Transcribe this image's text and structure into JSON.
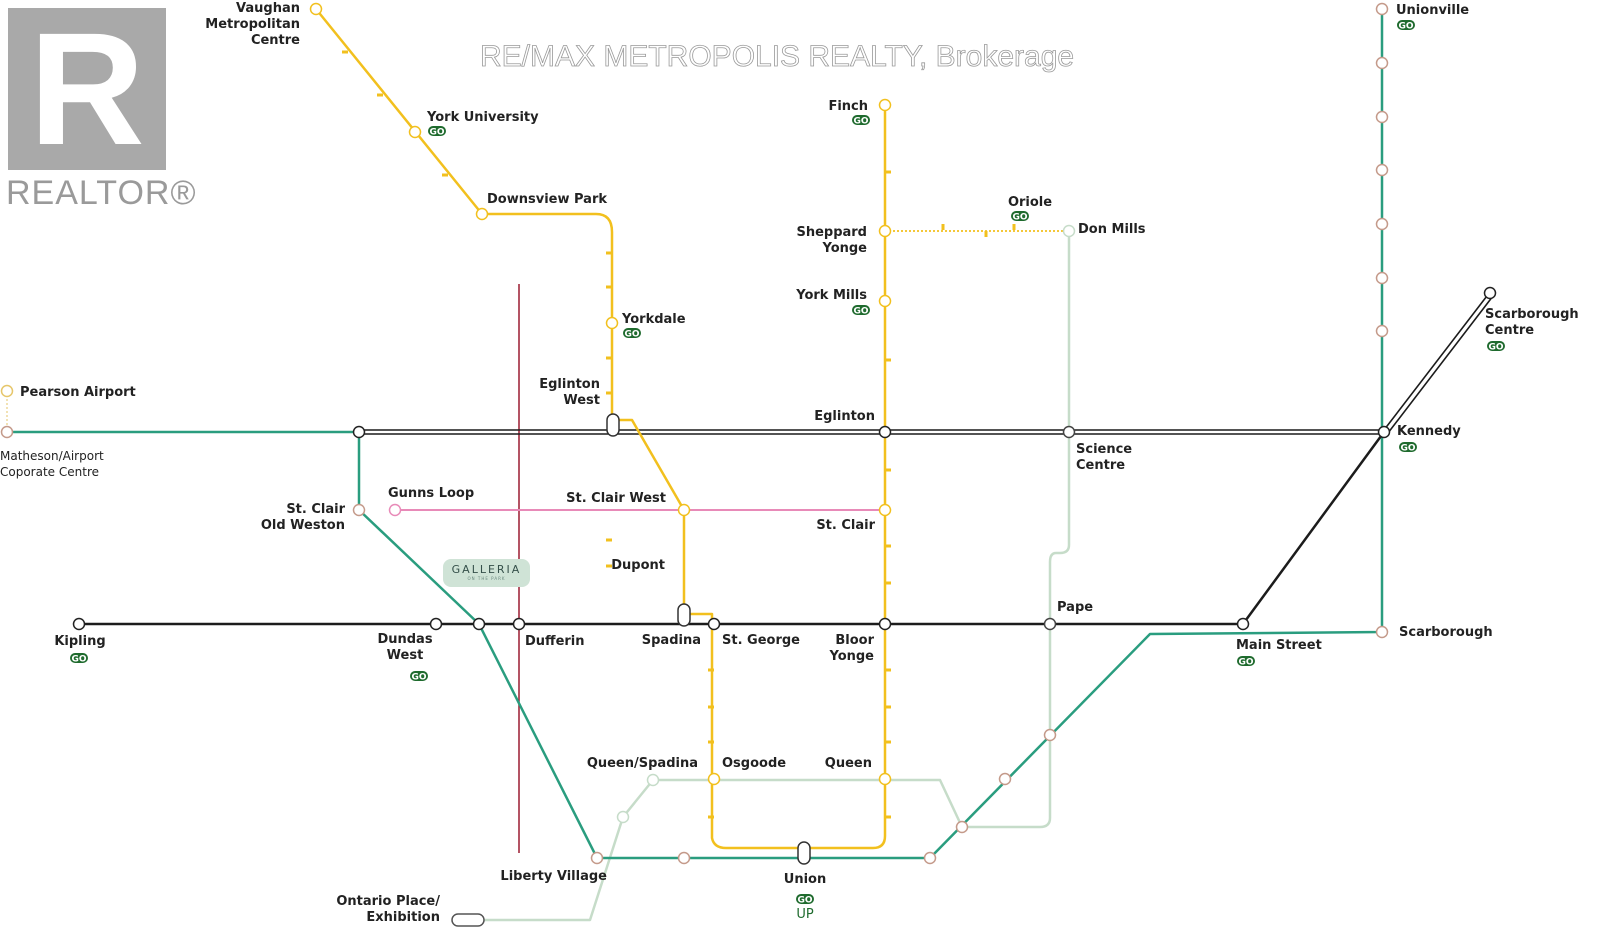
{
  "logo": {
    "brand": "REALTOR®"
  },
  "watermark": "RE/MAX METROPOLIS REALTY, Brokerage",
  "galleria": {
    "title": "GALLERIA",
    "subtitle": "ON THE PARK"
  },
  "colors": {
    "line1": "#f2c01e",
    "line2": "#1c1c1c",
    "green": "#2a9d7f",
    "pink": "#e88ab8",
    "ontario": "#c6dcc9",
    "red": "#9b1b30",
    "go": "#1f6b2e"
  },
  "go_badge": "GO",
  "up_label": "UP",
  "stations": [
    {
      "name": "Vaughan\nMetropolitan\nCentre",
      "go": false
    },
    {
      "name": "York University",
      "go": true
    },
    {
      "name": "Downsview Park",
      "go": false
    },
    {
      "name": "Yorkdale",
      "go": true
    },
    {
      "name": "Eglinton\nWest",
      "go": false
    },
    {
      "name": "St. Clair West",
      "go": false
    },
    {
      "name": "Dupont",
      "go": false
    },
    {
      "name": "Spadina",
      "go": false
    },
    {
      "name": "St. George",
      "go": false
    },
    {
      "name": "Osgoode",
      "go": false
    },
    {
      "name": "Union",
      "go": true
    },
    {
      "name": "Queen",
      "go": false
    },
    {
      "name": "Bloor\nYonge",
      "go": false
    },
    {
      "name": "St. Clair",
      "go": false
    },
    {
      "name": "Eglinton",
      "go": false
    },
    {
      "name": "York Mills",
      "go": true
    },
    {
      "name": "Sheppard\nYonge",
      "go": false
    },
    {
      "name": "Finch",
      "go": true
    },
    {
      "name": "Oriole",
      "go": true
    },
    {
      "name": "Don Mills",
      "go": false
    },
    {
      "name": "Science\nCentre",
      "go": false
    },
    {
      "name": "Kennedy",
      "go": true
    },
    {
      "name": "Scarborough\nCentre",
      "go": true
    },
    {
      "name": "Unionville",
      "go": true
    },
    {
      "name": "Scarborough",
      "go": false
    },
    {
      "name": "Main Street",
      "go": true
    },
    {
      "name": "Pape",
      "go": false
    },
    {
      "name": "Kipling",
      "go": true
    },
    {
      "name": "Dundas\nWest",
      "go": true
    },
    {
      "name": "Dufferin",
      "go": false
    },
    {
      "name": "Pearson Airport",
      "go": false
    },
    {
      "name": "Matheson/Airport\nCoporate Centre",
      "go": false
    },
    {
      "name": "St. Clair\nOld Weston",
      "go": false
    },
    {
      "name": "Gunns Loop",
      "go": false
    },
    {
      "name": "Queen/Spadina",
      "go": false
    },
    {
      "name": "Liberty Village",
      "go": false
    },
    {
      "name": "Ontario Place/\nExhibition",
      "go": false
    }
  ]
}
